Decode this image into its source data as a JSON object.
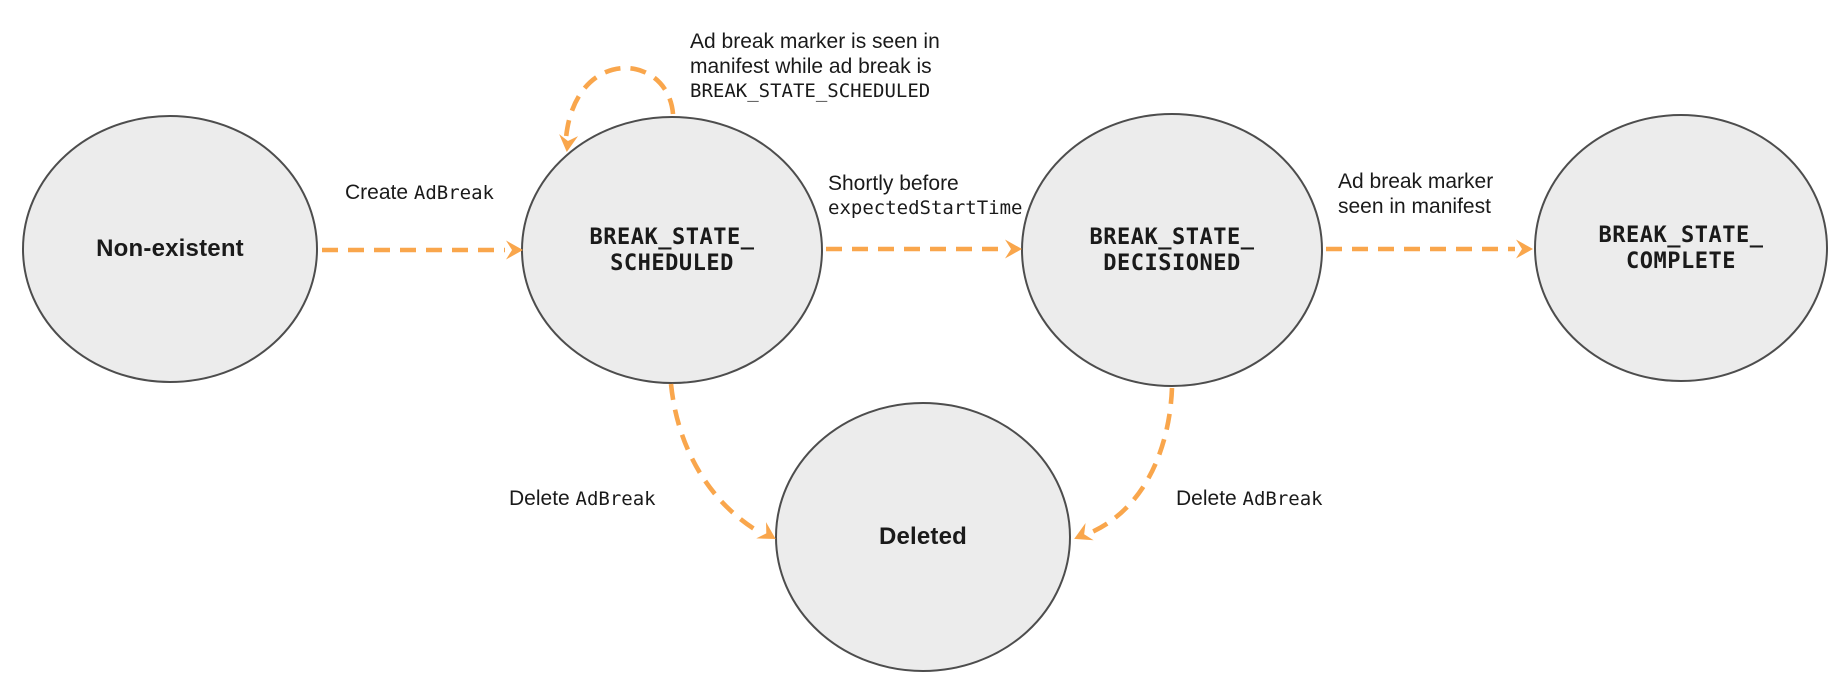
{
  "nodes": {
    "non_existent": {
      "label": "Non-existent"
    },
    "scheduled": {
      "line1": "BREAK_STATE_",
      "line2": "SCHEDULED"
    },
    "decisioned": {
      "line1": "BREAK_STATE_",
      "line2": "DECISIONED"
    },
    "complete": {
      "line1": "BREAK_STATE_",
      "line2": "COMPLETE"
    },
    "deleted": {
      "label": "Deleted"
    }
  },
  "edges": {
    "create": {
      "text": "Create",
      "code": "AdBreak"
    },
    "self_loop": {
      "line1": "Ad break marker is seen in",
      "line2": "manifest while ad break is",
      "code": "BREAK_STATE_SCHEDULED"
    },
    "before_start_time": {
      "text": "Shortly before",
      "code": "expectedStartTime"
    },
    "marker_seen": {
      "line1": "Ad break marker",
      "line2": "seen in manifest"
    },
    "delete_from_scheduled": {
      "text": "Delete",
      "code": "AdBreak"
    },
    "delete_from_decisioned": {
      "text": "Delete",
      "code": "AdBreak"
    }
  },
  "colors": {
    "arrow": "#F9A64C",
    "node_fill": "#ECECEC",
    "node_border": "#4D4D4D",
    "text": "#1A1A1A"
  }
}
